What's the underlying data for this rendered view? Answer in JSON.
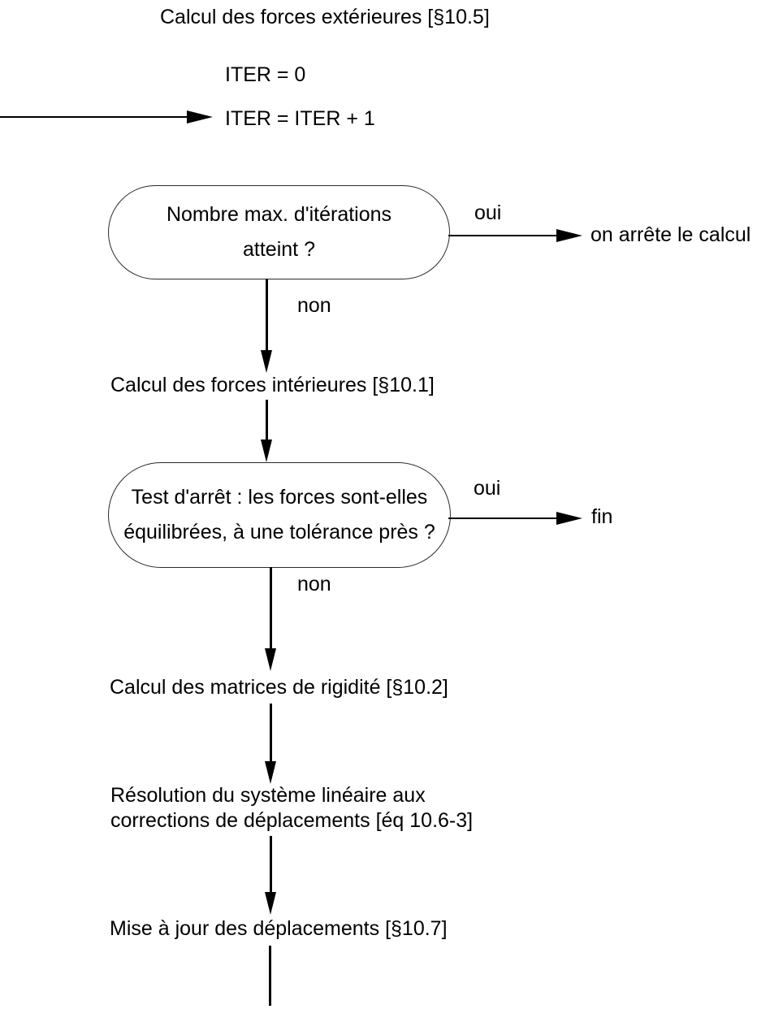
{
  "diagram": {
    "title": "Calcul des forces extérieures [§10.5]",
    "iter_init": "ITER = 0",
    "iter_increment": "ITER = ITER + 1",
    "decision_max_iter": {
      "line1": "Nombre max. d'itérations",
      "line2": "atteint ?",
      "yes_label": "oui",
      "yes_outcome": "on arrête le calcul",
      "no_label": "non"
    },
    "step_internal_forces": "Calcul des forces intérieures [§10.1]",
    "decision_equilibrium": {
      "line1": "Test d'arrêt : les forces sont-elles",
      "line2": "équilibrées, à une tolérance près ?",
      "yes_label": "oui",
      "yes_outcome": "fin",
      "no_label": "non"
    },
    "step_stiffness_matrices": "Calcul des matrices de rigidité [§10.2]",
    "step_linear_system": {
      "line1": "Résolution du système linéaire aux",
      "line2": "corrections de déplacements [éq 10.6-3]"
    },
    "step_update_displacements": "Mise à jour des déplacements [§10.7]"
  },
  "colors": {
    "ink": "#000000",
    "background": "#ffffff"
  }
}
